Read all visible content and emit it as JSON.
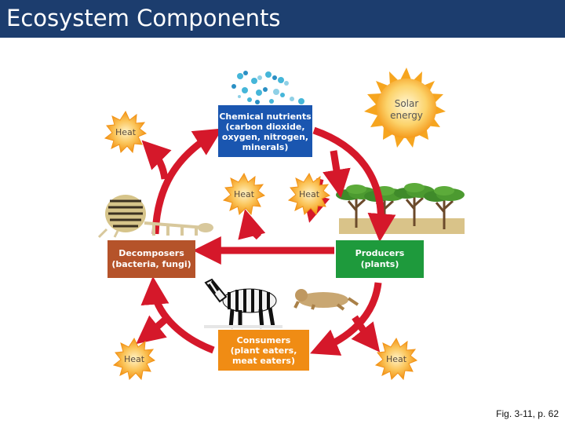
{
  "slide": {
    "title": "Ecosystem Components",
    "caption": "Fig. 3-11, p. 62"
  },
  "diagram": {
    "boxes": {
      "nutrients": [
        "Chemical nutrients",
        "(carbon dioxide,",
        "oxygen, nitrogen,",
        "minerals)"
      ],
      "producers": [
        "Producers",
        "(plants)"
      ],
      "consumers": [
        "Consumers",
        "(plant eaters,",
        "meat eaters)"
      ],
      "decomposers": [
        "Decomposers",
        "(bacteria, fungi)"
      ]
    },
    "solar": [
      "Solar",
      "energy"
    ],
    "heat_label": "Heat"
  },
  "colors": {
    "title_bar": "#1c3d6e",
    "nutrients_box": "#1a56b0",
    "producers_box": "#1e9a3c",
    "consumers_box": "#f08c14",
    "decomposers_box": "#b5532a",
    "arrows": "#d5182a",
    "heat_burst": "#f7a21e",
    "sun": "#f7a21e"
  },
  "icons": [
    "sun-icon",
    "heat-burst-icon",
    "tree-icon",
    "zebra-icon",
    "lioness-icon",
    "zebra-carcass-icon",
    "molecules-icon"
  ]
}
